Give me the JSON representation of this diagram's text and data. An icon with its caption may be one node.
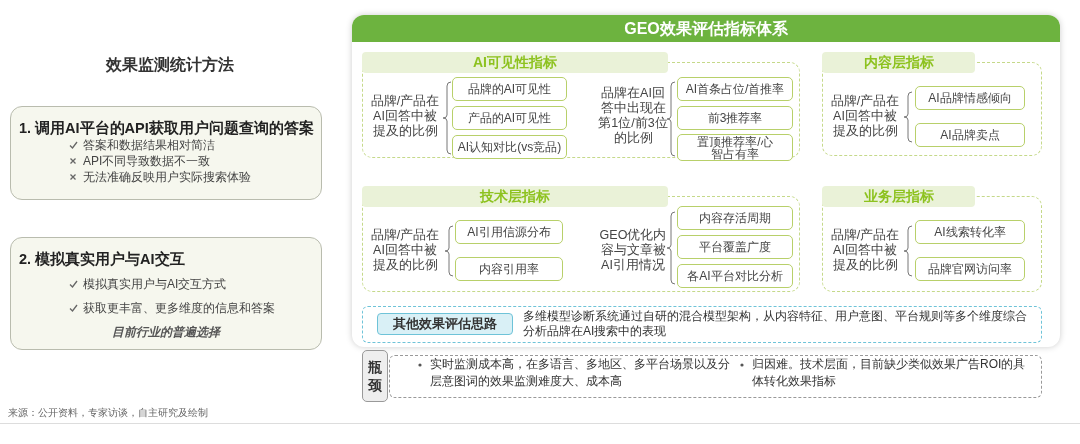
{
  "diagram": {
    "nodes": [
      {
        "text": [
          "1. 调用AI平台的API获取用户问题查询的答案",
          "答案和数据结果相对简洁",
          "API不同导致数据不一致",
          "无法准确反映用户实际搜索体验"
        ]
      },
      {
        "text": [
          "2. 模拟真实用户与AI交互",
          "模拟真实用户与AI交互方式",
          "获取更丰富、更多维度的信息和答案",
          "目前行业的普遍选择"
        ]
      },
      {
        "text": [
          "GEO效果评估指标体系"
        ]
      },
      {
        "text": [
          "AI可见性指标",
          "品牌/产品在AI回答中被提及的比例",
          "品牌在AI回答中出现在第1位/前3位的比例"
        ],
        "in": 2
      },
      {
        "text": [
          "品牌的AI可见性"
        ],
        "in": 3
      },
      {
        "text": [
          "产品的AI可见性"
        ],
        "in": 3
      },
      {
        "text": [
          "AI认知对比(vs竞品)"
        ],
        "in": 3
      },
      {
        "text": [
          "AI首条占位/首推率"
        ],
        "in": 3
      },
      {
        "text": [
          "前3推荐率"
        ],
        "in": 3
      },
      {
        "text": [
          "置顶推荐率/心智占有率"
        ],
        "in": 3
      },
      {
        "text": [
          "内容层指标",
          "品牌/产品在AI回答中被提及的比例"
        ],
        "in": 2
      },
      {
        "text": [
          "AI品牌情感倾向"
        ],
        "in": 10
      },
      {
        "text": [
          "AI品牌卖点"
        ],
        "in": 10
      },
      {
        "text": [
          "技术层指标",
          "品牌/产品在AI回答中被提及的比例",
          "GEO优化内容与文章被AI引用情况"
        ],
        "in": 2
      },
      {
        "text": [
          "AI引用信源分布"
        ],
        "in": 13
      },
      {
        "text": [
          "内容引用率"
        ],
        "in": 13
      },
      {
        "text": [
          "内容存活周期"
        ],
        "in": 13
      },
      {
        "text": [
          "平台覆盖广度"
        ],
        "in": 13
      },
      {
        "text": [
          "各AI平台对比分析"
        ],
        "in": 13
      },
      {
        "text": [
          "业务层指标",
          "品牌/产品在AI回答中被提及的比例"
        ],
        "in": 2
      },
      {
        "text": [
          "AI线索转化率"
        ],
        "in": 19
      },
      {
        "text": [
          "品牌官网访问率"
        ],
        "in": 19
      },
      {
        "text": [
          "其他效果评估思路",
          "多维模型诊断系统通过自研的混合模型架构，从内容特征、用户意图、平台规则等多个维度综合分析品牌在AI搜索中的表现"
        ],
        "in": 2
      },
      {
        "text": [
          "瓶颈",
          "实时监测成本高，在多语言、多地区、多平台场景以及分层意图词的效果监测难度大、成本高",
          "归因难。技术层面，目前缺少类似效果广告ROI的具体转化效果指标"
        ]
      }
    ],
    "labels": [
      "效果监测统计方法",
      "来源：公开资料，专家访谈，自主研究及绘制"
    ]
  }
}
